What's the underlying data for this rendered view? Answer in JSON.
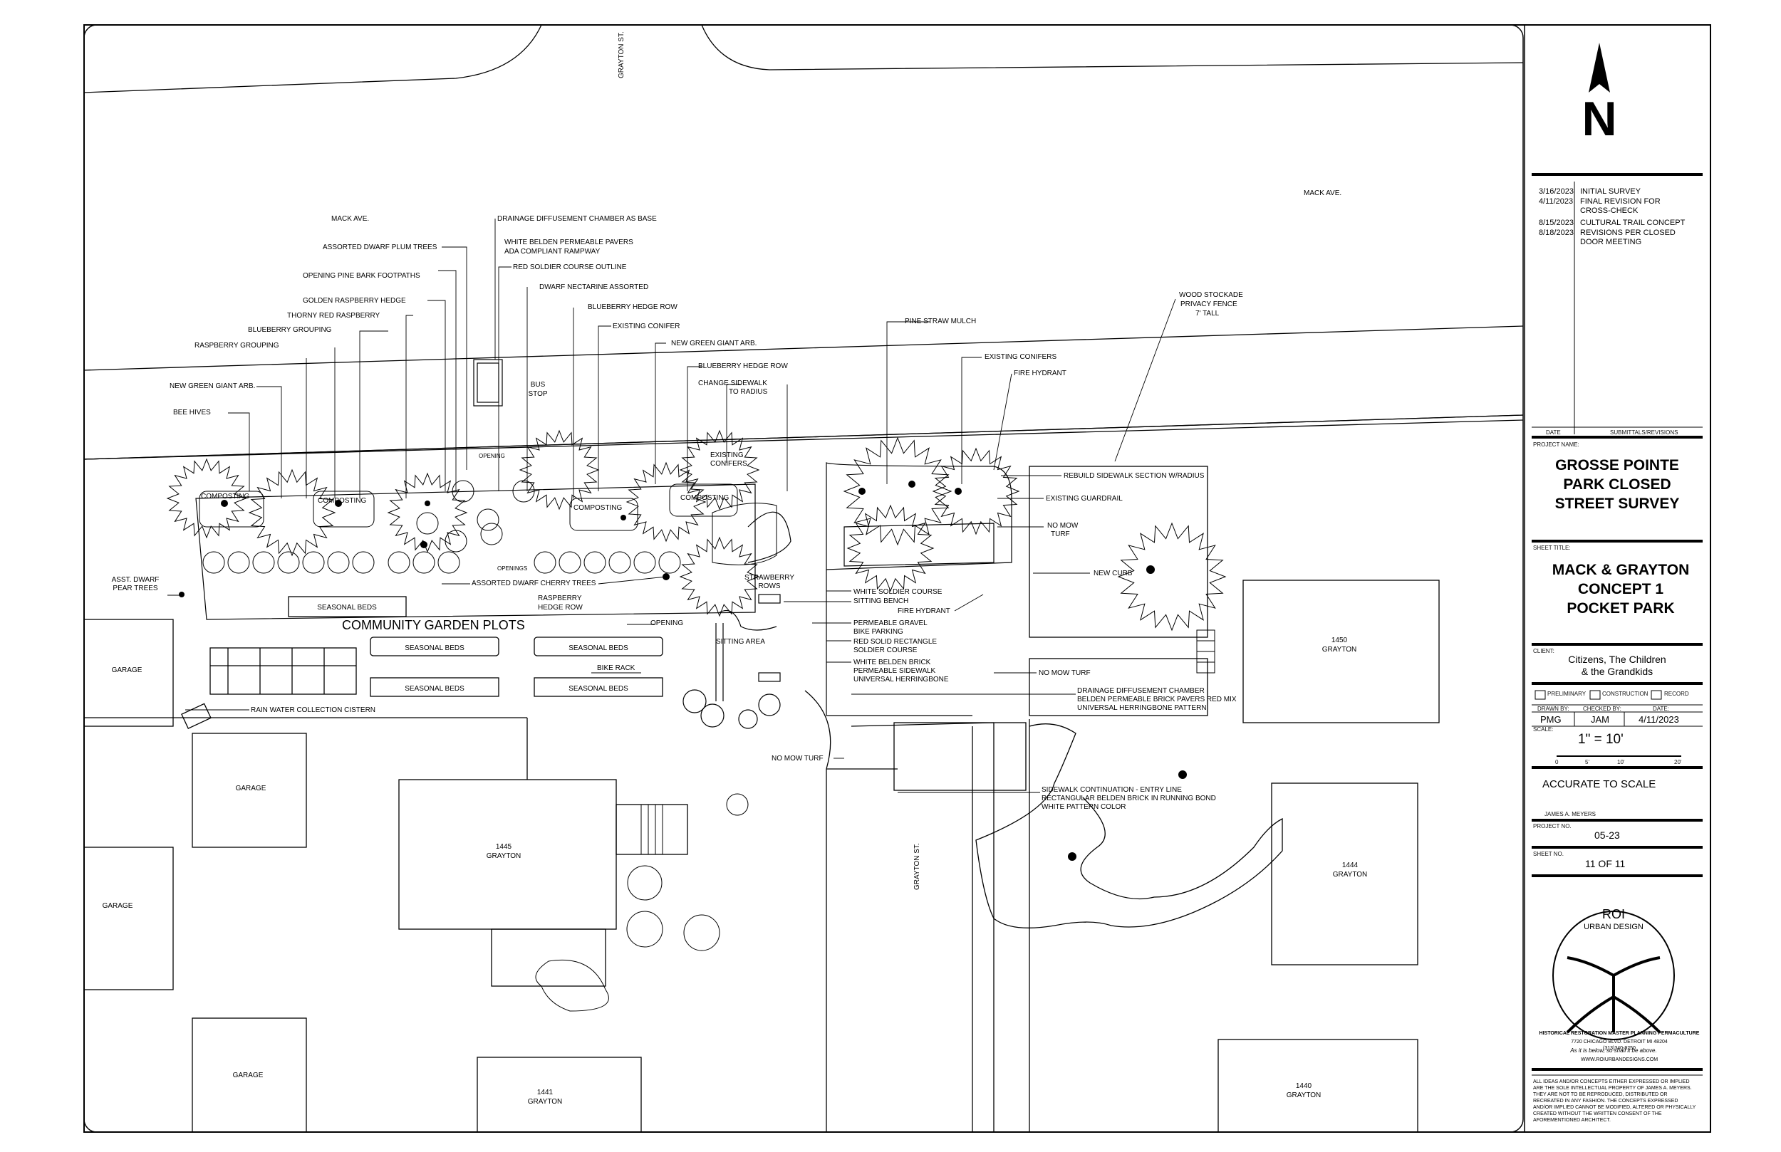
{
  "plan": {
    "streets": {
      "grayton_top": "GRAYTON ST.",
      "grayton_bottom": "GRAYTON ST.",
      "mack_left": "MACK AVE.",
      "mack_right": "MACK AVE."
    },
    "callouts_left": [
      "DRAINAGE DIFFUSEMENT CHAMBER AS BASE",
      "ASSORTED DWARF PLUM TREES",
      "WHITE BELDEN PERMEABLE PAVERS",
      "ADA COMPLIANT RAMPWAY",
      "RED SOLDIER COURSE OUTLINE",
      "OPENING PINE BARK FOOTPATHS",
      "DWARF NECTARINE ASSORTED",
      "GOLDEN RASPBERRY HEDGE",
      "BLUEBERRY HEDGE ROW",
      "THORNY RED RASPBERRY",
      "BLUEBERRY GROUPING",
      "EXISTING CONIFER",
      "RASPBERRY GROUPING",
      "NEW GREEN GIANT ARB.",
      "BLUEBERRY HEDGE ROW",
      "CHANGE SIDEWALK",
      "TO RADIUS",
      "NEW GREEN GIANT ARB.",
      "BEE HIVES"
    ],
    "callouts_right": [
      "WOOD STOCKADE",
      "PRIVACY FENCE",
      "7' TALL",
      "PINE STRAW MULCH",
      "EXISTING CONIFERS",
      "FIRE HYDRANT",
      "REBUILD SIDEWALK SECTION W/RADIUS",
      "EXISTING GUARDRAIL",
      "NO MOW",
      "TURF",
      "NEW CURB"
    ],
    "callouts_mid": [
      "WHITE SOLDIER COURSE",
      "SITTING BENCH",
      "FIRE HYDRANT",
      "PERMEABLE GRAVEL",
      "BIKE PARKING",
      "RED SOLID RECTANGLE",
      "SOLDIER COURSE",
      "WHITE BELDEN BRICK",
      "PERMEABLE SIDEWALK",
      "UNIVERSAL HERRINGBONE",
      "NO MOW TURF",
      "DRAINAGE DIFFUSEMENT CHAMBER",
      "BELDEN PERMEABLE BRICK PAVERS RED MIX",
      "UNIVERSAL HERRINGBONE PATTERN",
      "SIDEWALK CONTINUATION  - ENTRY LINE",
      "RECTANGULAR BELDEN BRICK IN RUNNING BOND",
      "WHITE PATTERN COLOR",
      "NO MOW TURF"
    ],
    "labels": {
      "bus_stop_1": "BUS",
      "bus_stop_2": "STOP",
      "opening": "OPENING",
      "openings_small": "OPENINGS",
      "opening_2": "OPENING",
      "existing_conifers_1": "EXISTING",
      "existing_conifers_2": "CONIFERS",
      "composting": "COMPOSTING",
      "asst_dwarf_1": "ASST. DWARF",
      "asst_dwarf_2": "PEAR TREES",
      "assorted_cherry": "ASSORTED DWARF CHERRY TREES",
      "raspberry_1": "RASPBERRY",
      "raspberry_2": "HEDGE ROW",
      "strawberry_1": "STRAWBERRY",
      "strawberry_2": "ROWS",
      "seasonal_beds": "SEASONAL BEDS",
      "community": "COMMUNITY GARDEN PLOTS",
      "sitting_area": "SITTING AREA",
      "bike_rack": "BIKE RACK",
      "cistern": "RAIN WATER COLLECTION CISTERN",
      "garage": "GARAGE",
      "lot_1450_a": "1450",
      "lot_1450_b": "GRAYTON",
      "lot_1445_a": "1445",
      "lot_1445_b": "GRAYTON",
      "lot_1444_a": "1444",
      "lot_1444_b": "GRAYTON",
      "lot_1441_a": "1441",
      "lot_1441_b": "GRAYTON",
      "lot_1440_a": "1440",
      "lot_1440_b": "GRAYTON"
    }
  },
  "title_block": {
    "north": "N",
    "revisions": [
      {
        "date": "3/16/2023",
        "text": "INITIAL SURVEY"
      },
      {
        "date": "4/11/2023",
        "text": "FINAL REVISION FOR CROSS-CHECK"
      },
      {
        "date": "8/15/2023",
        "text": "CULTURAL TRAIL CONCEPT"
      },
      {
        "date": "8/18/2023",
        "text": "REVISIONS PER CLOSED DOOR MEETING"
      }
    ],
    "rev_header_date": "DATE",
    "rev_header_sub": "SUBMITTALS/REVISIONS",
    "project_name_label": "PROJECT NAME:",
    "project_name": [
      "GROSSE POINTE",
      "PARK CLOSED",
      "STREET SURVEY"
    ],
    "sheet_title_label": "SHEET TITLE:",
    "sheet_title": [
      "MACK & GRAYTON",
      "CONCEPT 1",
      "POCKET PARK"
    ],
    "client_label": "CLIENT:",
    "client": [
      "Citizens, The Children",
      "& the Grandkids"
    ],
    "status": [
      "PRELIMINARY",
      "CONSTRUCTION",
      "RECORD"
    ],
    "drawn_by_label": "DRAWN BY:",
    "drawn_by": "PMG",
    "checked_by_label": "CHECKED BY:",
    "checked_by": "JAM",
    "date_label": "DATE:",
    "date": "4/11/2023",
    "scale_label": "SCALE:",
    "scale": "1\" = 10'",
    "scale_ticks": [
      "0",
      "5'",
      "10'",
      "20'"
    ],
    "accurate": "ACCURATE TO SCALE",
    "signature": "JAMES A. MEYERS",
    "project_no_label": "PROJECT NO.",
    "project_no": "05-23",
    "sheet_no_label": "SHEET NO.",
    "sheet_no": "11 OF 11",
    "logo_top": "ROI",
    "logo_sub": "URBAN DESIGN",
    "logo_motto": "As it is below, so shall it be above.",
    "firm_line": "HISTORICAL RESTORATION  MASTER PLANNING  PERMACULTURE",
    "address": "7720 CHICAGO BLVD.  DETROIT MI 48204",
    "phone": "(313)340-9250",
    "website": "WWW.ROIURBANDESIGNS.COM",
    "disclaimer": [
      "ALL IDEAS AND/OR CONCEPTS EITHER EXPRESSED OR IMPLIED",
      "ARE THE SOLE INTELLECTUAL PROPERTY OF JAMES A. MEYERS.",
      "THEY ARE NOT TO BE REPRODUCED, DISTRIBUTED OR",
      "RECREATED IN ANY FASHION. THE CONCEPTS EXPRESSED",
      "AND/OR IMPLIED CANNOT BE MODIFIED, ALTERED OR PHYSICALLY",
      "CREATED WITHOUT THE WRITTEN CONSENT OF THE",
      "AFOREMENTIONED ARCHITECT."
    ]
  }
}
